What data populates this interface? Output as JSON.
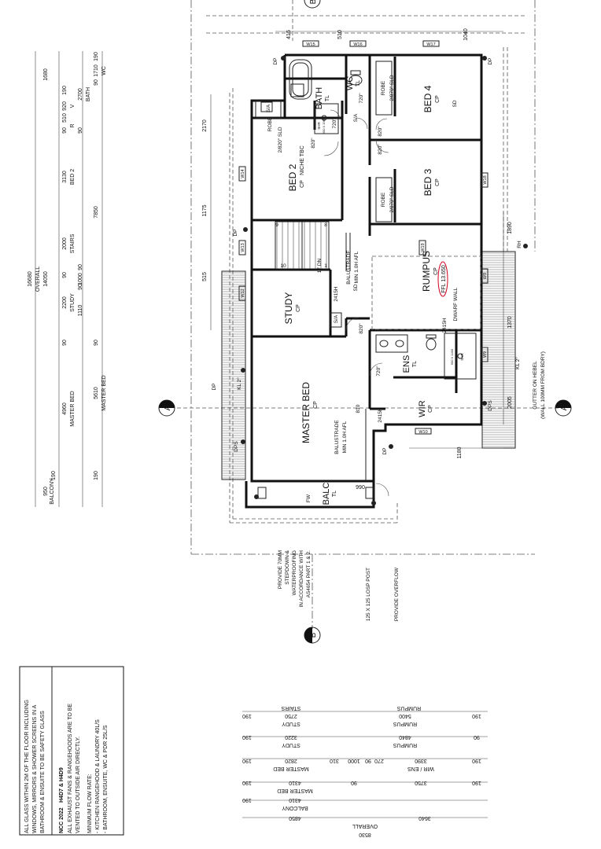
{
  "rooms": {
    "bed4": {
      "name": "BED 4",
      "sub": "CP"
    },
    "bed3": {
      "name": "BED 3",
      "sub": "CP"
    },
    "bed2": {
      "name": "BED 2",
      "sub": "CP"
    },
    "niche": "NICHE TBC",
    "rumpus": {
      "name": "RUMPUS",
      "sub": "CP",
      "ffl": "FFL 13.650"
    },
    "study": {
      "name": "STUDY",
      "sub": "CP"
    },
    "master": {
      "name": "MASTER BED",
      "sub": "CP"
    },
    "ens": {
      "name": "ENS",
      "sub": "TL"
    },
    "wir": {
      "name": "WIR",
      "sub": "CP"
    },
    "bath": {
      "name": "BATH",
      "sub": "TL"
    },
    "wc": {
      "name": "WC",
      "sub": "TL"
    },
    "balc": {
      "name": "BALC",
      "sub": "TL"
    }
  },
  "labels": {
    "robe": "ROBE",
    "sld_2870": "2/870\" SLD",
    "sld_2820": "2/820\" SLD",
    "d820": "820\"",
    "d720": "720\"",
    "d810": "810",
    "h2415": "2415H",
    "sa": "S/A",
    "dp": "DP",
    "dps": "DPS",
    "rh": "RH",
    "fw": "FW",
    "kl2": "KL 2°",
    "sd": "SD",
    "sd2": "SD",
    "balustrade": "BALUSTRADE",
    "balustrade_min": "MIN 1.0H AFL",
    "dwarf_wall": "DWARF WALL",
    "gutter1": "GUTTER ON HEBEL",
    "gutter2": "(WALL 100MM FROM BDRY)",
    "post": "125 X 125 LOSP POST",
    "overflow": "PROVIDE OVERFLOW",
    "stepdown1": "PROVIDE 70MM",
    "stepdown2": "STEPDOWN &",
    "stepdown3": "WATERPROOFING",
    "stepdown4": "IN ACCORDANCE WITH",
    "stepdown5": "AS4654 PART 1 & 2.",
    "stair_up": "17 DN",
    "stair_n10": "10",
    "stair_n9": "9",
    "stair_n8": "8",
    "stair_n1": "1",
    "niche_cp": "CP",
    "w18": "W18",
    "w17": "W17",
    "w16": "W16",
    "w15": "W15",
    "w14": "W14",
    "w13": "W13",
    "w12": "W12",
    "w11": "W11",
    "w10": "W10",
    "w9": "W9",
    "w8": "W8",
    "w19": "W19",
    "w20": "W20",
    "w21": "W21",
    "w22": "W22",
    "shr": "SHR",
    "shr_dims": "900 X 1900",
    "shr_dims2": "900 X 1400"
  },
  "markers": {
    "a": "A",
    "b": "B"
  },
  "dims_top": {
    "d1040": "1040",
    "d510": "510",
    "d415": "415",
    "d1890": "1890",
    "d1370": "1370",
    "d2005": "2005",
    "d1180": "1180",
    "d990": "990",
    "d515": "515"
  },
  "dims_left": {
    "outer": [
      "16680",
      "OVERALL",
      "14050"
    ],
    "d950": "950",
    "balcony": "BALCONY",
    "d1680": "1680",
    "row1": [
      "190",
      "4960",
      "MASTER BED",
      "90",
      "2200",
      "STUDY",
      "90",
      "2000",
      "STAIRS",
      "3130",
      "BED 2",
      "90",
      "510",
      "920",
      "190"
    ],
    "row1_extra": [
      "1110",
      "90",
      "1000",
      "90",
      "R",
      "V",
      "90"
    ],
    "row2": [
      "190",
      "5610",
      "MASTER BED",
      "90",
      "7850",
      "2700",
      "BATH",
      "90",
      "1710",
      "WC",
      "190"
    ],
    "r2170": "2170",
    "r1175": "1175"
  },
  "dims_bottom": {
    "row_stairs": [
      "STAIRS",
      "RUMPUS"
    ],
    "row_a": [
      "190",
      "2750",
      "STUDY",
      "5400",
      "RUMPUS",
      "190"
    ],
    "row_b": [
      "190",
      "3220",
      "STUDY",
      "4840",
      "RUMPUS",
      "90"
    ],
    "row_c": [
      "190",
      "2820",
      "MASTER BED",
      "310",
      "1000",
      "90",
      "270",
      "3390",
      "WIR / ENS",
      "190"
    ],
    "row_d": [
      "190",
      "4310",
      "MASTER BED",
      "90",
      "3750",
      "190"
    ],
    "row_e": [
      "190",
      "4310",
      "BALCONY"
    ],
    "row_f": [
      "4850",
      "3640"
    ],
    "row_g": [
      "OVERALL",
      "8530"
    ]
  },
  "notes": {
    "glass": [
      "ALL GLASS WITHIN 2M OF THE FLOOR INCLUDING",
      "WINDOWS, MIRRORS & SHOWER SCREENS IN A",
      "BATHROOM & ENSUITE TO BE SAFETY GLASS"
    ],
    "ncc_head": "NCC 2022",
    "ncc_ref": "H4D7 & H4D9",
    "ncc": [
      "ALL EXHAUST FANS & RANGEHOODS ARE TO BE",
      "VENTED TO OUTSIDE AIR DIRECTLY.",
      "MINIMUM FLOW RATE:",
      "- KITCHEN RANGEHOOD & LAUNDRY 40L/S",
      "- BATHROOM, ENSUITE, WC & PDR 25L/S"
    ]
  },
  "colors": {
    "ncc_red": "#d0021b",
    "ffl_red": "#d0021b",
    "ink": "#111111"
  }
}
